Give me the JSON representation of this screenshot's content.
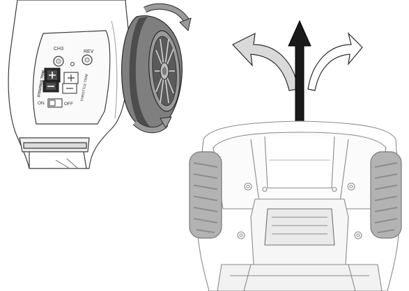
{
  "transmitter": {
    "labels": {
      "ch3": "CH3",
      "rev": "REV",
      "steering_trim": "STEERING TRIM",
      "throttle_trim": "THROTTLE TRIM",
      "on": "ON",
      "off": "OFF"
    }
  },
  "arrows": {
    "left": {
      "color": "#d9d9d9"
    },
    "center": {
      "color": "#1a1a1a"
    },
    "right": {
      "color": "#ffffff"
    }
  },
  "colors": {
    "wheel_tire": "#7f7f7f",
    "wheel_band": "#4d4d4d",
    "truck_tire": "#b3b3b3",
    "rotation_arrow": "#9a9a9a",
    "outline": "#333333"
  }
}
